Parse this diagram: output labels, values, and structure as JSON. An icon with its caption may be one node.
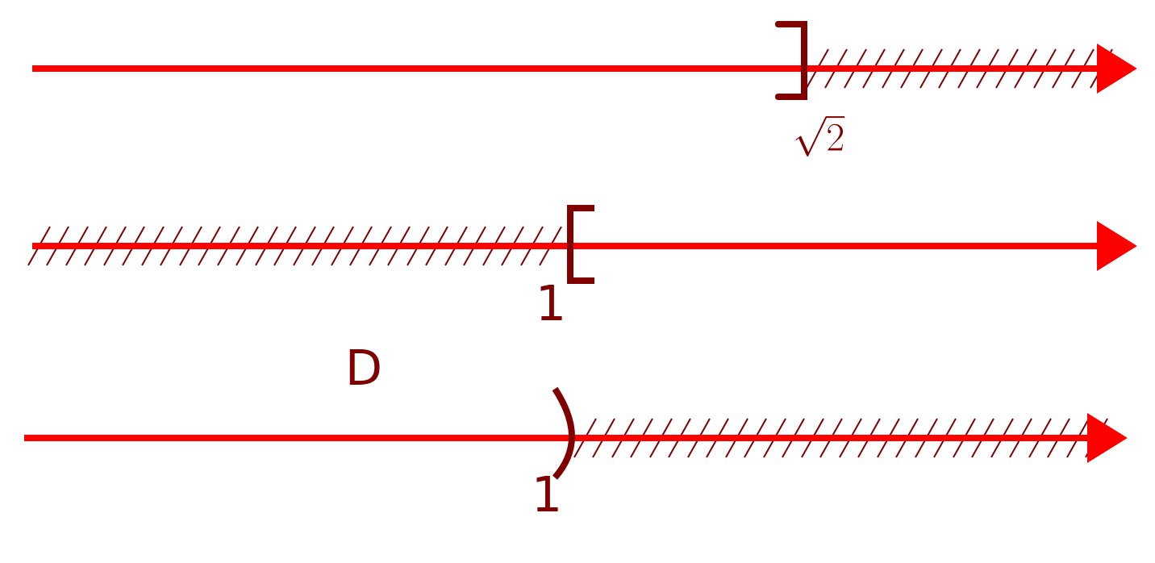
{
  "diagram": {
    "labels": [
      "\\sqrt{2}",
      "1",
      "D",
      "1"
    ]
  }
}
